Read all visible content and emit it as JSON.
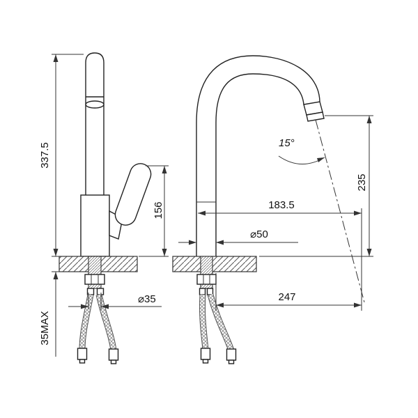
{
  "labels": {
    "overall_height": "337.5",
    "handle_height": "156",
    "counter_thickness_max": "35MAX",
    "shank_diameter": "⌀35",
    "stream_angle": "15°",
    "spout_reach": "183.5",
    "outlet_height": "235",
    "body_diameter": "⌀50",
    "base_reach": "247"
  }
}
